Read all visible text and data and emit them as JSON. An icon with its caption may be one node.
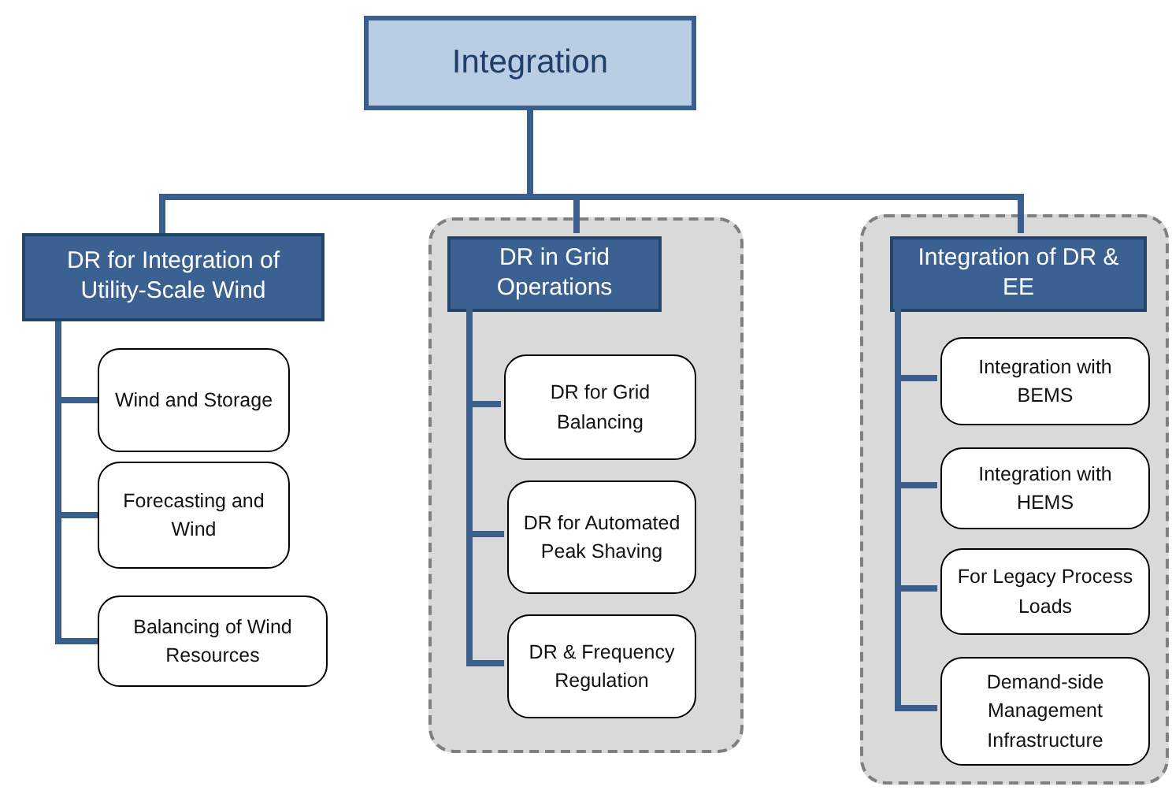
{
  "diagram": {
    "nodes": [
      {
        "text": [
          "Integration"
        ]
      },
      {
        "text": [
          "DR for Integration of Utility-Scale Wind"
        ]
      },
      {
        "text": [
          "Wind and Storage"
        ]
      },
      {
        "text": [
          "Forecasting and Wind"
        ]
      },
      {
        "text": [
          "Balancing of Wind Resources"
        ]
      },
      {
        "text": [],
        "shape": "box"
      },
      {
        "text": [
          "DR in Grid Operations"
        ],
        "in": 5
      },
      {
        "text": [
          "DR for Grid Balancing"
        ],
        "in": 5
      },
      {
        "text": [
          "DR for Automated Peak Shaving"
        ],
        "in": 5
      },
      {
        "text": [
          "DR & Frequency Regulation"
        ],
        "in": 5
      },
      {
        "text": [],
        "shape": "box"
      },
      {
        "text": [
          "Integration of DR & EE"
        ],
        "in": 10
      },
      {
        "text": [
          "Integration with BEMS"
        ],
        "in": 10
      },
      {
        "text": [
          "Integration with HEMS"
        ],
        "in": 10
      },
      {
        "text": [
          "For Legacy Process Loads"
        ],
        "in": 10
      },
      {
        "text": [
          "Demand-side Management Infrastructure"
        ],
        "in": 10
      }
    ],
    "edges": [
      {
        "from": 0,
        "to": 1,
        "arrow": "none"
      },
      {
        "from": 0,
        "to": 6,
        "arrow": "none"
      },
      {
        "from": 0,
        "to": 11,
        "arrow": "none"
      },
      {
        "from": 1,
        "to": 2,
        "arrow": "none"
      },
      {
        "from": 1,
        "to": 3,
        "arrow": "none"
      },
      {
        "from": 1,
        "to": 4,
        "arrow": "none"
      },
      {
        "from": 6,
        "to": 7,
        "arrow": "none"
      },
      {
        "from": 6,
        "to": 8,
        "arrow": "none"
      },
      {
        "from": 6,
        "to": 9,
        "arrow": "none"
      },
      {
        "from": 11,
        "to": 12,
        "arrow": "none"
      },
      {
        "from": 11,
        "to": 13,
        "arrow": "none"
      },
      {
        "from": 11,
        "to": 14,
        "arrow": "none"
      },
      {
        "from": 11,
        "to": 15,
        "arrow": "none"
      }
    ]
  }
}
